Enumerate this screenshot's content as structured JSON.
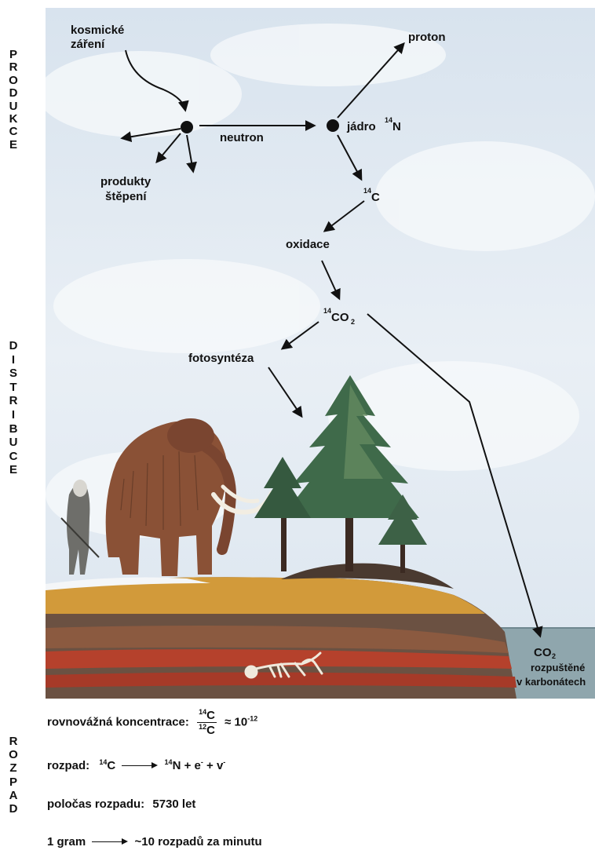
{
  "side_labels": {
    "produkce": [
      "P",
      "R",
      "O",
      "D",
      "U",
      "K",
      "C",
      "E"
    ],
    "distribuce": [
      "D",
      "I",
      "S",
      "T",
      "R",
      "I",
      "B",
      "U",
      "C",
      "E"
    ],
    "rozpad": [
      "R",
      "O",
      "Z",
      "P",
      "A",
      "D"
    ]
  },
  "diagram": {
    "kosmicke_1": "kosmické",
    "kosmicke_2": "záření",
    "proton": "proton",
    "neutron": "neutron",
    "jadro": "jádro",
    "n14_mass": "14",
    "n14_symbol": "N",
    "produkty_1": "produkty",
    "produkty_2": "štěpení",
    "c14_mass": "14",
    "c14_symbol": "C",
    "oxidace": "oxidace",
    "co2_mass": "14",
    "co2_symbol": "CO",
    "co2_sub": "2",
    "fotosynteza": "fotosyntéza",
    "sea_co2": "CO",
    "sea_co2_sub": "2",
    "sea_line1": "rozpuštěné",
    "sea_line2": "v karbonátech"
  },
  "bottom": {
    "ratio_label": "rovnovážná koncentrace:",
    "num_mass": "14",
    "num_symbol": "C",
    "den_mass": "12",
    "den_symbol": "C",
    "approx": "≈ 10",
    "approx_exp": "-12",
    "decay_label": "rozpad:",
    "decay_c_mass": "14",
    "decay_c": "C",
    "decay_n_mass": "14",
    "decay_n": "N + e",
    "decay_e_sup": "-",
    "decay_v": " + v",
    "decay_v_sup": "-",
    "halflife_label": "poločas rozpadu:",
    "halflife_value": "5730 let",
    "rate_left": "1 gram",
    "rate_right": "~10 rozpadů za minutu"
  },
  "colors": {
    "sky": "#dfe9f3",
    "sky_light": "#f4f7fa",
    "soil_orange": "#d29a3a",
    "soil_brown": "#6b5142",
    "soil_red": "#b5412c",
    "tree": "#3f6a4a",
    "mammoth": "#8a5136",
    "sea": "#8fa6ad"
  }
}
